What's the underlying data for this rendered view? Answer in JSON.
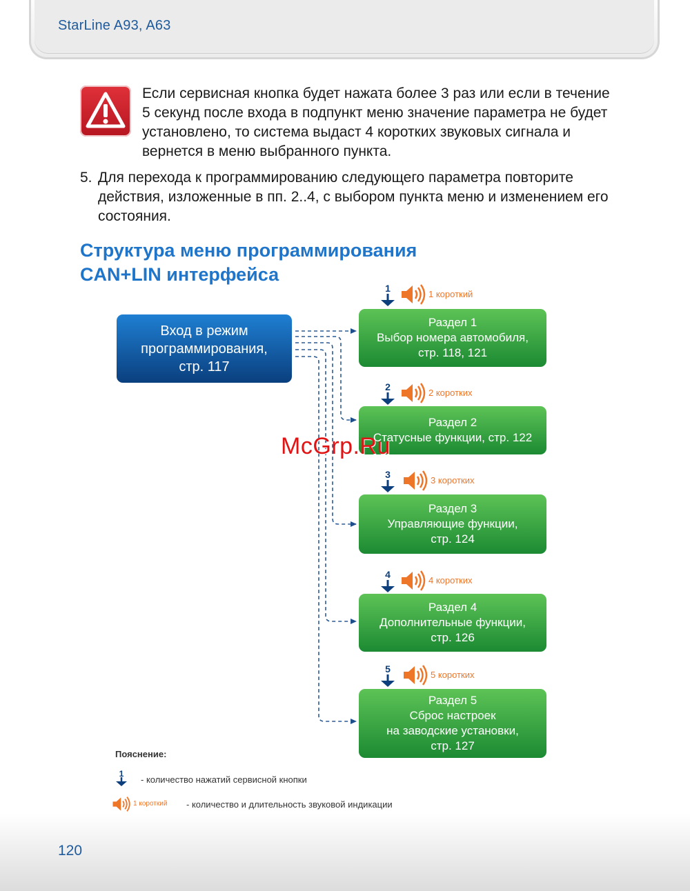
{
  "header": {
    "title": "StarLine A93, A63"
  },
  "warning": {
    "icon": "warning-triangle-icon",
    "text": "Если сервисная кнопка будет нажата более 3 раз или если в течение 5 секунд после входа в подпункт меню значение параметра не будет установлено, то система выдаст 4 коротких звуковых сигнала и вернется в меню выбранного пункта."
  },
  "step5": {
    "number": "5.",
    "text": "Для перехода к программированию следующего параметра повторите действия, изложенные в пп. 2..4, с выбором пункта меню и изменением его состояния."
  },
  "section": {
    "title_line1": "Структура меню программирования",
    "title_line2": "CAN+LIN интерфейса"
  },
  "diagram": {
    "entry": {
      "line1": "Вход в режим",
      "line2": "программирования,",
      "line3": "стр. 117"
    },
    "sections": [
      {
        "press": "1",
        "beeps": "1 короткий",
        "lines": [
          "Раздел 1",
          "Выбор номера автомобиля,",
          "стр. 118, 121"
        ]
      },
      {
        "press": "2",
        "beeps": "2 коротких",
        "lines": [
          "Раздел 2",
          "Статусные функции, стр. 122"
        ]
      },
      {
        "press": "3",
        "beeps": "3 коротких",
        "lines": [
          "Раздел 3",
          "Управляющие функции,",
          "стр. 124"
        ]
      },
      {
        "press": "4",
        "beeps": "4 коротких",
        "lines": [
          "Раздел 4",
          "Дополнительные функции,",
          "стр. 126"
        ]
      },
      {
        "press": "5",
        "beeps": "5 коротких",
        "lines": [
          "Раздел 5",
          "Сброс настроек",
          "на заводские установки,",
          "стр. 127"
        ]
      }
    ]
  },
  "legend": {
    "title": "Пояснение:",
    "press_example": "1",
    "press_text": "- количество нажатий сервисной кнопки",
    "beep_example": "1 короткий",
    "beep_text": "- количество и длительность звуковой индикации"
  },
  "page_number": "120",
  "watermark": "McGrp.Ru",
  "colors": {
    "accent_blue": "#1f75c9",
    "header_blue": "#1f5b9c",
    "entry_box": "#0a3f7e",
    "section_box": "#1c8a33",
    "beep_orange": "#ee7629",
    "warning_red": "#c41e27"
  }
}
